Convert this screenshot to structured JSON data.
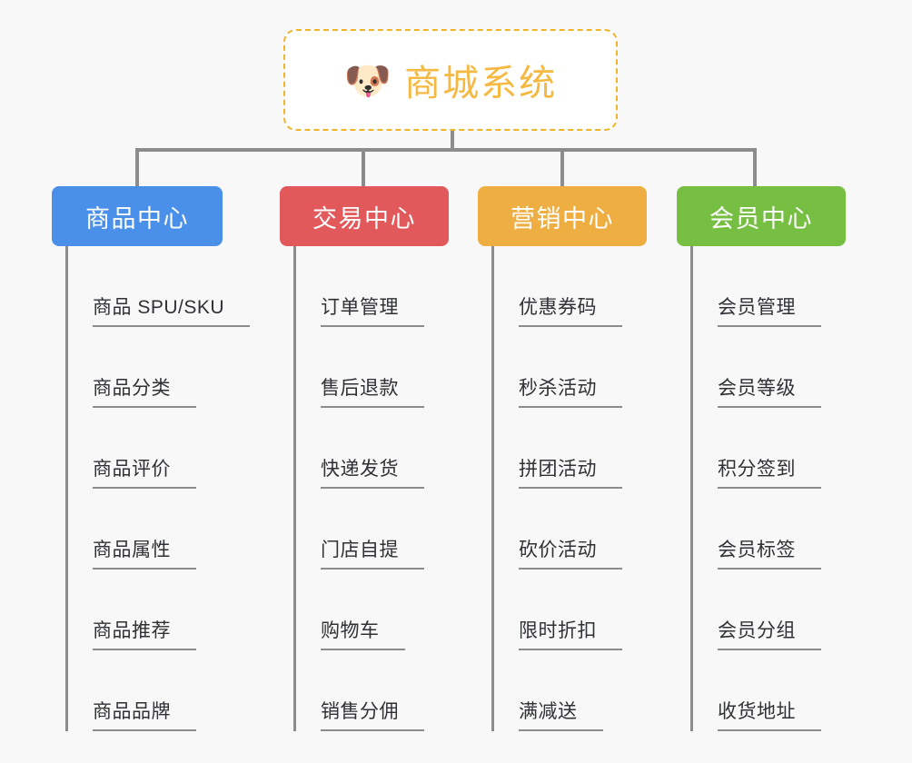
{
  "background_color": "#f8f8f8",
  "root": {
    "icon": "dog-face-emoji",
    "icon_glyph": "🐶",
    "title": "商城系统",
    "title_color": "#f5b942",
    "border_color": "#f0b429"
  },
  "connector_color": "#8c8c8c",
  "columns": [
    {
      "id": "product-center",
      "title": "商品中心",
      "color": "#4a90e8",
      "items": [
        "商品 SPU/SKU",
        "商品分类",
        "商品评价",
        "商品属性",
        "商品推荐",
        "商品品牌"
      ]
    },
    {
      "id": "trade-center",
      "title": "交易中心",
      "color": "#e2595c",
      "items": [
        "订单管理",
        "售后退款",
        "快递发货",
        "门店自提",
        "购物车",
        "销售分佣"
      ]
    },
    {
      "id": "marketing-center",
      "title": "营销中心",
      "color": "#eeae41",
      "items": [
        "优惠券码",
        "秒杀活动",
        "拼团活动",
        "砍价活动",
        "限时折扣",
        "满减送"
      ]
    },
    {
      "id": "member-center",
      "title": "会员中心",
      "color": "#76bf42",
      "items": [
        "会员管理",
        "会员等级",
        "积分签到",
        "会员标签",
        "会员分组",
        "收货地址"
      ]
    }
  ]
}
